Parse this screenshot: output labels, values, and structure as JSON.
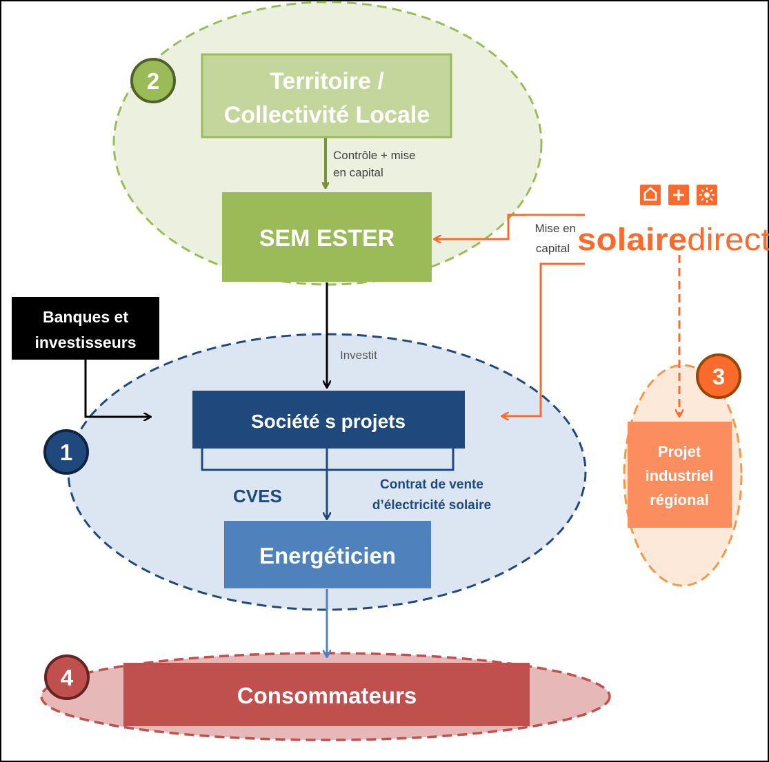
{
  "nodes": {
    "territoire_line1": "Territoire /",
    "territoire_line2": "Collectivité Locale",
    "sem_ester": "SEM ESTER",
    "banques_line1": "Banques et",
    "banques_line2": "investisseurs",
    "societe_projets": "Société s projets",
    "energeticien": "Energéticien",
    "consommateurs": "Consommateurs",
    "projet_line1": "Projet",
    "projet_line2": "industriel",
    "projet_line3": "régional"
  },
  "edges": {
    "controle_line1": "Contrôle + mise",
    "controle_line2": "en capital",
    "mise_line1": "Mise en",
    "mise_line2": "capital",
    "investit": "Investit",
    "cves": "CVES",
    "contrat_line1": "Contrat de vente",
    "contrat_line2": "d’électricité solaire"
  },
  "badges": {
    "b1": "1",
    "b2": "2",
    "b3": "3",
    "b4": "4"
  },
  "logo": {
    "icons": [
      "house-icon",
      "plus-icon",
      "sun-icon"
    ],
    "word_bold": "solaire",
    "word_light": "direct"
  },
  "colors": {
    "green_ellipse": "#ebf1de",
    "blue_ellipse": "#dce6f2",
    "orange_ellipse": "#fde9d9",
    "red_ellipse": "#e6b9b8",
    "dark_blue": "#1f497d",
    "mid_blue": "#4f81bd",
    "green": "#9bbb59",
    "light_green": "#c3d69b",
    "orange": "#f96a2b",
    "salmon": "#fb8e5e",
    "red": "#c0504d"
  }
}
